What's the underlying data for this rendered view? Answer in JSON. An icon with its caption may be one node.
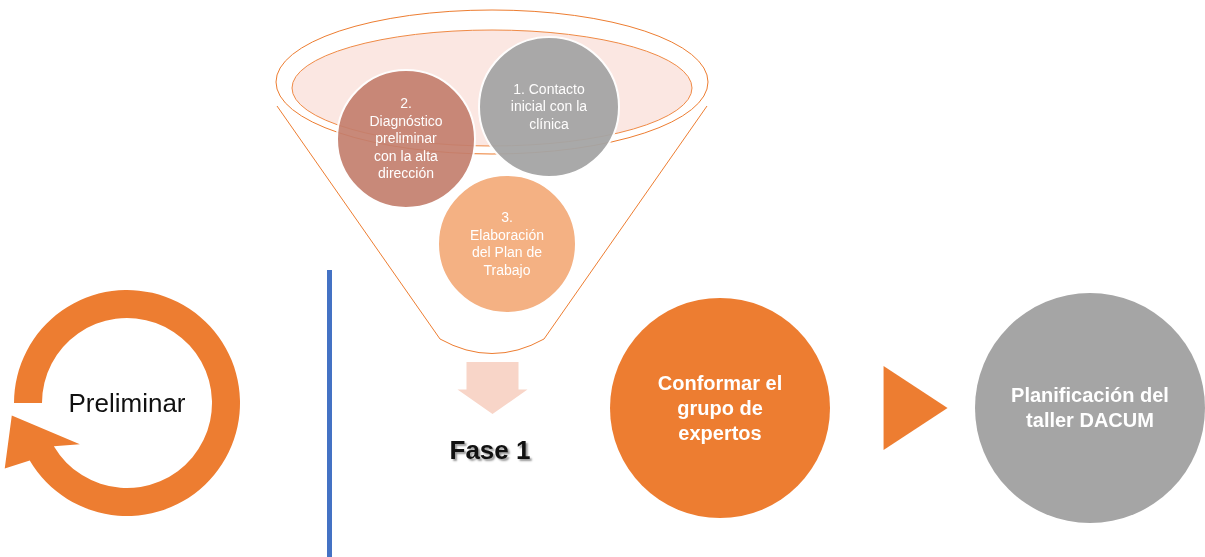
{
  "diagram": {
    "nodes": [
      {
        "text": [
          "Preliminar"
        ]
      },
      {
        "text": [],
        "shape": "funnel"
      },
      {
        "text": [
          "1. Contacto inicial con la clínica"
        ],
        "in": 1
      },
      {
        "text": [
          "2. Diagnóstico preliminar con la alta dirección"
        ],
        "in": 1
      },
      {
        "text": [
          "3. Elaboración del Plan de Trabajo"
        ],
        "in": 1
      },
      {
        "text": [
          "Fase 1"
        ]
      },
      {
        "text": [
          "Conformar el grupo de expertos"
        ]
      },
      {
        "text": [
          "Planificación del taller DACUM"
        ]
      }
    ],
    "edges": [
      {
        "from": 1,
        "to": 5,
        "arrow": "to",
        "style": "thick",
        "color": "#f8d5c8"
      },
      {
        "from": 6,
        "to": 7,
        "arrow": "to",
        "color": "#ed7d31"
      }
    ]
  }
}
